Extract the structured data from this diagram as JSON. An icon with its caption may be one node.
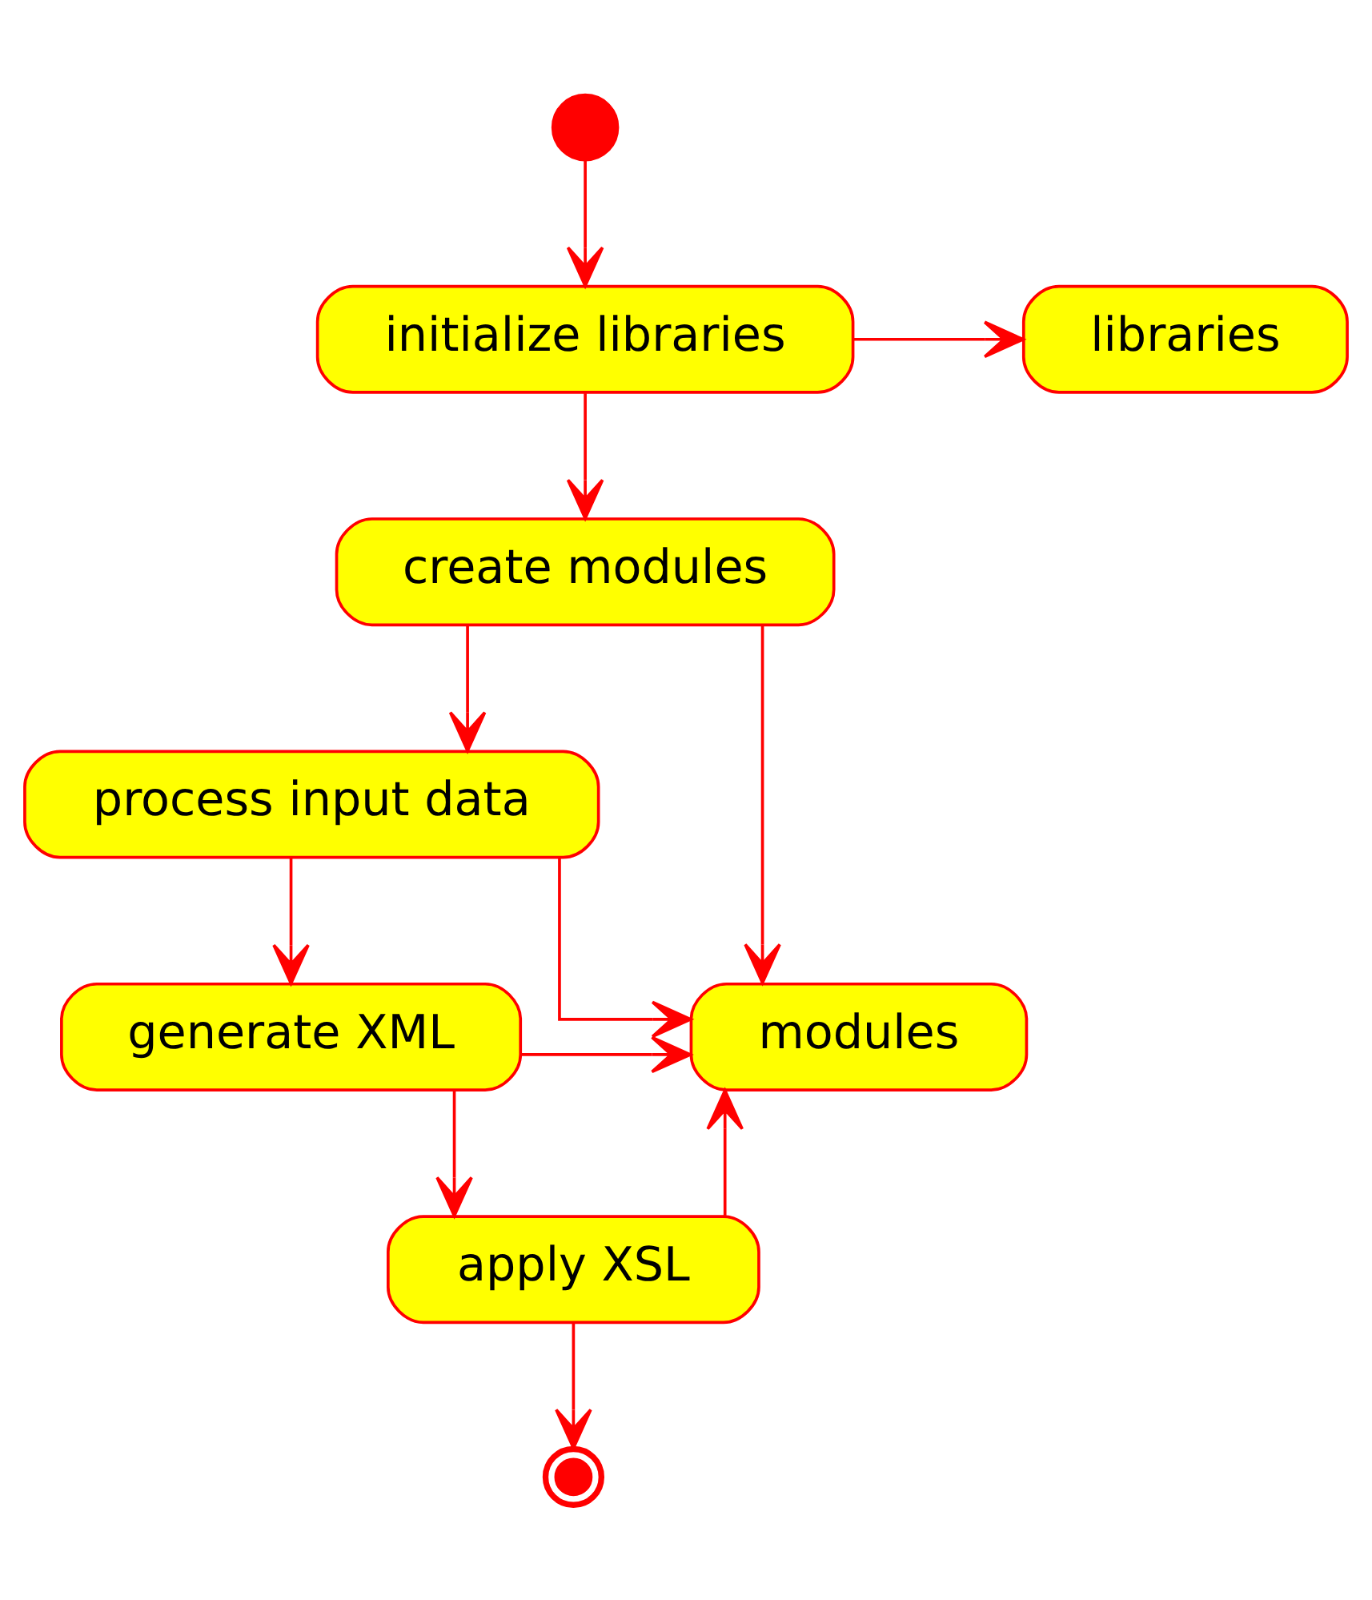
{
  "diagram": {
    "nodes": [
      {
        "text": [],
        "shape": "circle"
      },
      {
        "text": [
          "initialize libraries"
        ]
      },
      {
        "text": [
          "libraries"
        ]
      },
      {
        "text": [
          "create modules"
        ]
      },
      {
        "text": [
          "process input data"
        ]
      },
      {
        "text": [
          "generate XML"
        ]
      },
      {
        "text": [
          "modules"
        ]
      },
      {
        "text": [
          "apply XSL"
        ]
      },
      {
        "text": [],
        "shape": "circle"
      }
    ],
    "edges": [
      {
        "from": 0,
        "to": 1,
        "arrow": "to"
      },
      {
        "from": 1,
        "to": 2,
        "arrow": "to"
      },
      {
        "from": 1,
        "to": 3,
        "arrow": "to"
      },
      {
        "from": 3,
        "to": 6,
        "arrow": "to"
      },
      {
        "from": 3,
        "to": 4,
        "arrow": "to"
      },
      {
        "from": 4,
        "to": 6,
        "arrow": "to"
      },
      {
        "from": 4,
        "to": 5,
        "arrow": "to"
      },
      {
        "from": 5,
        "to": 6,
        "arrow": "to"
      },
      {
        "from": 5,
        "to": 7,
        "arrow": "to"
      },
      {
        "from": 7,
        "to": 6,
        "arrow": "to"
      },
      {
        "from": 7,
        "to": 8,
        "arrow": "to"
      }
    ]
  }
}
